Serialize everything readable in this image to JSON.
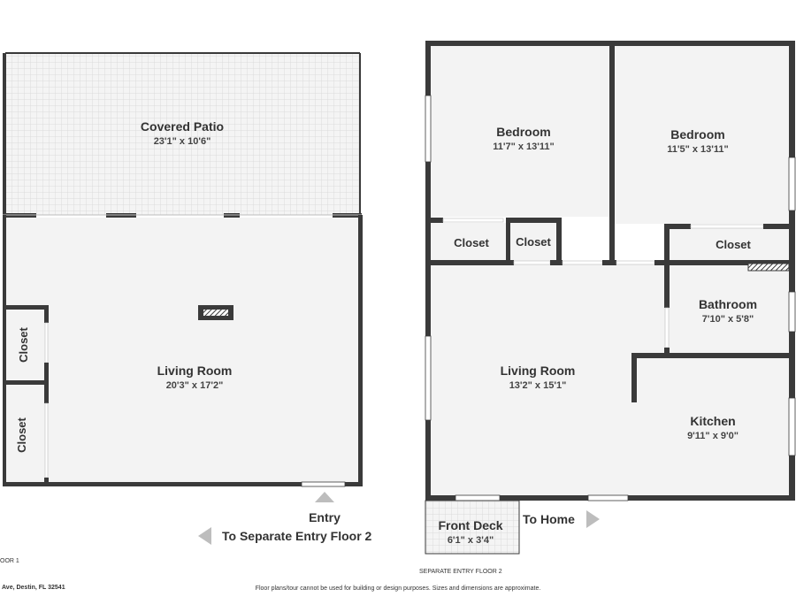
{
  "floor1": {
    "label": "OOR 1",
    "rooms": {
      "covered_patio": {
        "name": "Covered Patio",
        "dims": "23'1\" x 10'6\""
      },
      "living_room": {
        "name": "Living Room",
        "dims": "20'3\" x 17'2\""
      },
      "closet_upper": {
        "name": "Closet"
      },
      "closet_lower": {
        "name": "Closet"
      }
    },
    "entry_label": "Entry",
    "to_separate_entry": "To Separate Entry Floor 2"
  },
  "floor2": {
    "label": "SEPARATE ENTRY FLOOR 2",
    "rooms": {
      "bedroom_left": {
        "name": "Bedroom",
        "dims": "11'7\" x 13'11\""
      },
      "bedroom_right": {
        "name": "Bedroom",
        "dims": "11'5\" x 13'11\""
      },
      "closet_a": {
        "name": "Closet"
      },
      "closet_b": {
        "name": "Closet"
      },
      "closet_c": {
        "name": "Closet"
      },
      "bathroom": {
        "name": "Bathroom",
        "dims": "7'10\" x 5'8\""
      },
      "living_room": {
        "name": "Living Room",
        "dims": "13'2\" x 15'1\""
      },
      "kitchen": {
        "name": "Kitchen",
        "dims": "9'11\" x 9'0\""
      },
      "front_deck": {
        "name": "Front Deck",
        "dims": "6'1\" x 3'4\""
      }
    },
    "to_home": "To Home"
  },
  "footer": {
    "address": "Ave, Destin, FL 32541",
    "disclaimer": "Floor plans/tour cannot be used for building or design purposes. Sizes and dimensions are approximate."
  },
  "colors": {
    "wall": "#3a3a3a",
    "floor": "#f3f3f3",
    "patio_tile": "#e6e6e6",
    "arrow": "#bdbdbd"
  }
}
